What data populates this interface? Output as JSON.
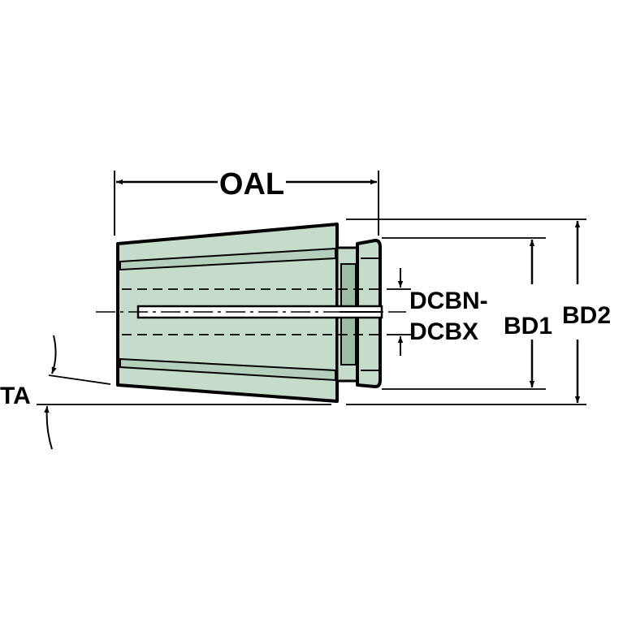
{
  "labels": {
    "oal": "OAL",
    "dcbn": "DCBN-",
    "dcbx": "DCBX",
    "bd1": "BD1",
    "bd2": "BD2",
    "ta": "TA"
  },
  "colors": {
    "body_fill": "#c5dccb",
    "body_dark": "#9dbca6",
    "outline": "#000000",
    "background": "#ffffff"
  }
}
